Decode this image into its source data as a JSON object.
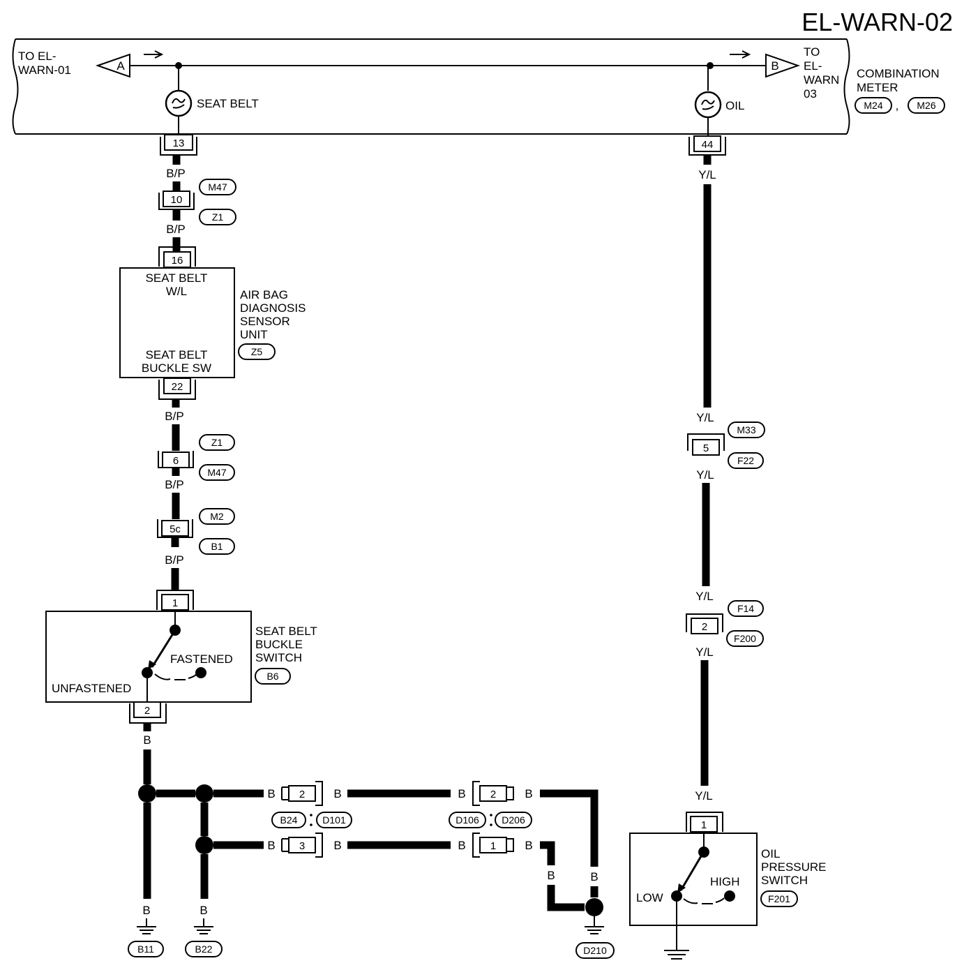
{
  "page_title": "EL-WARN-02",
  "meter": {
    "name_line1": "COMBINATION",
    "name_line2": "METER",
    "conn_a": "M24",
    "conn_sep": ",",
    "conn_b": "M26",
    "to_left_line1": "TO EL-",
    "to_left_line2": "WARN-01",
    "to_right_line1": "TO",
    "to_right_line2": "EL-",
    "to_right_line3": "WARN",
    "to_right_line4": "03",
    "connector_a": "A",
    "connector_b": "B",
    "lamp_seat_belt": "SEAT BELT",
    "lamp_oil": "OIL",
    "pin_13": "13",
    "pin_44": "44"
  },
  "airbag_unit": {
    "name_line1": "AIR BAG",
    "name_line2": "DIAGNOSIS",
    "name_line3": "SENSOR",
    "name_line4": "UNIT",
    "conn": "Z5",
    "top_line1": "SEAT BELT",
    "top_line2": "W/L",
    "bottom_line1": "SEAT BELT",
    "bottom_line2": "BUCKLE SW",
    "pin_16": "16",
    "pin_22": "22"
  },
  "left_chain": {
    "wire": "B/P",
    "pin_10": "10",
    "pin_6": "6",
    "pin_5c": "5c",
    "m47": "M47",
    "z1": "Z1",
    "m2": "M2",
    "b1": "B1"
  },
  "buckle_switch": {
    "name_line1": "SEAT BELT",
    "name_line2": "BUCKLE",
    "name_line3": "SWITCH",
    "conn": "B6",
    "fastened": "FASTENED",
    "unfastened": "UNFASTENED",
    "pin_1": "1",
    "pin_2": "2"
  },
  "right_chain": {
    "wire": "Y/L",
    "pin_5": "5",
    "pin_2": "2",
    "m33": "M33",
    "f22": "F22",
    "f14": "F14",
    "f200": "F200"
  },
  "oil_switch": {
    "name_line1": "OIL",
    "name_line2": "PRESSURE",
    "name_line3": "SWITCH",
    "conn": "F201",
    "low": "LOW",
    "high": "HIGH",
    "pin_1": "1"
  },
  "ground": {
    "wire": "B",
    "pin_2": "2",
    "pin_3": "3",
    "pin_1": "1",
    "b24": "B24",
    "d101": "D101",
    "d106": "D106",
    "d206": "D206",
    "b11": "B11",
    "b22": "B22",
    "d210": "D210"
  }
}
